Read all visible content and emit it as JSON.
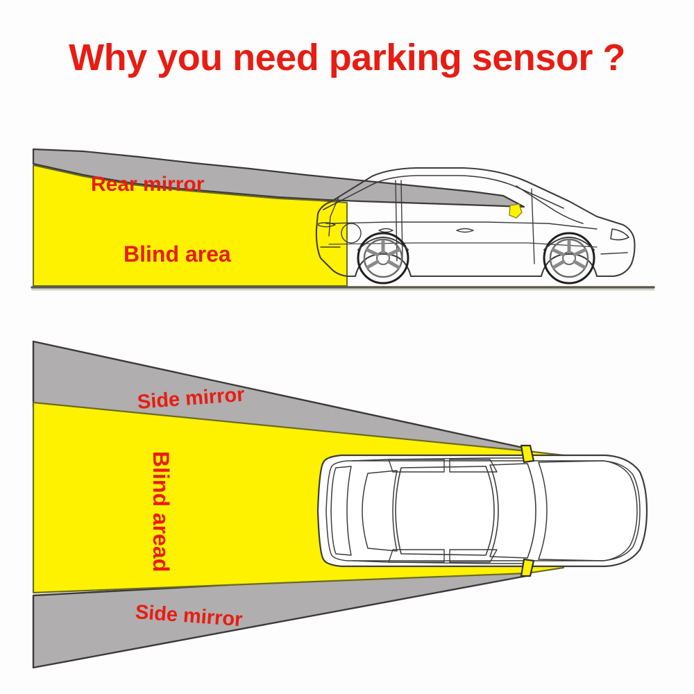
{
  "page": {
    "title": "Why you need parking sensor ?",
    "background_color": "#fdfdfd"
  },
  "colors": {
    "red_text": "#e81c12",
    "blind_area_yellow": "#fff200",
    "mirror_view_gray": "#b0aeae",
    "outline_dark": "#333333",
    "car_line": "#4a4a4a",
    "ground_line": "#5c5a50"
  },
  "diagrams": [
    {
      "id": "rear-view-diagram",
      "name": "Rear mirror blind spot side view",
      "view": "side-elevation",
      "vehicle": "sedan-side-view",
      "regions": [
        {
          "key": "mirror_zone",
          "label": "Rear mirror",
          "color": "#b0aeae"
        },
        {
          "key": "blind_zone",
          "label": "Blind area",
          "color": "#fff200"
        }
      ]
    },
    {
      "id": "side-view-diagram",
      "name": "Side mirror blind spot top view",
      "view": "top-down",
      "vehicle": "sedan-top-view",
      "regions": [
        {
          "key": "mirror_zone_top",
          "label": "Side mirror",
          "color": "#b0aeae"
        },
        {
          "key": "blind_zone_center",
          "label": "Blind aread",
          "color": "#fff200"
        },
        {
          "key": "mirror_zone_bottom",
          "label": "Side mirror",
          "color": "#b0aeae"
        }
      ]
    }
  ],
  "labels": {
    "rear_mirror": "Rear mirror",
    "blind_area": "Blind area",
    "side_mirror_top": "Side mirror",
    "side_mirror_bottom": "Side mirror",
    "blind_aread": "Blind aread"
  }
}
